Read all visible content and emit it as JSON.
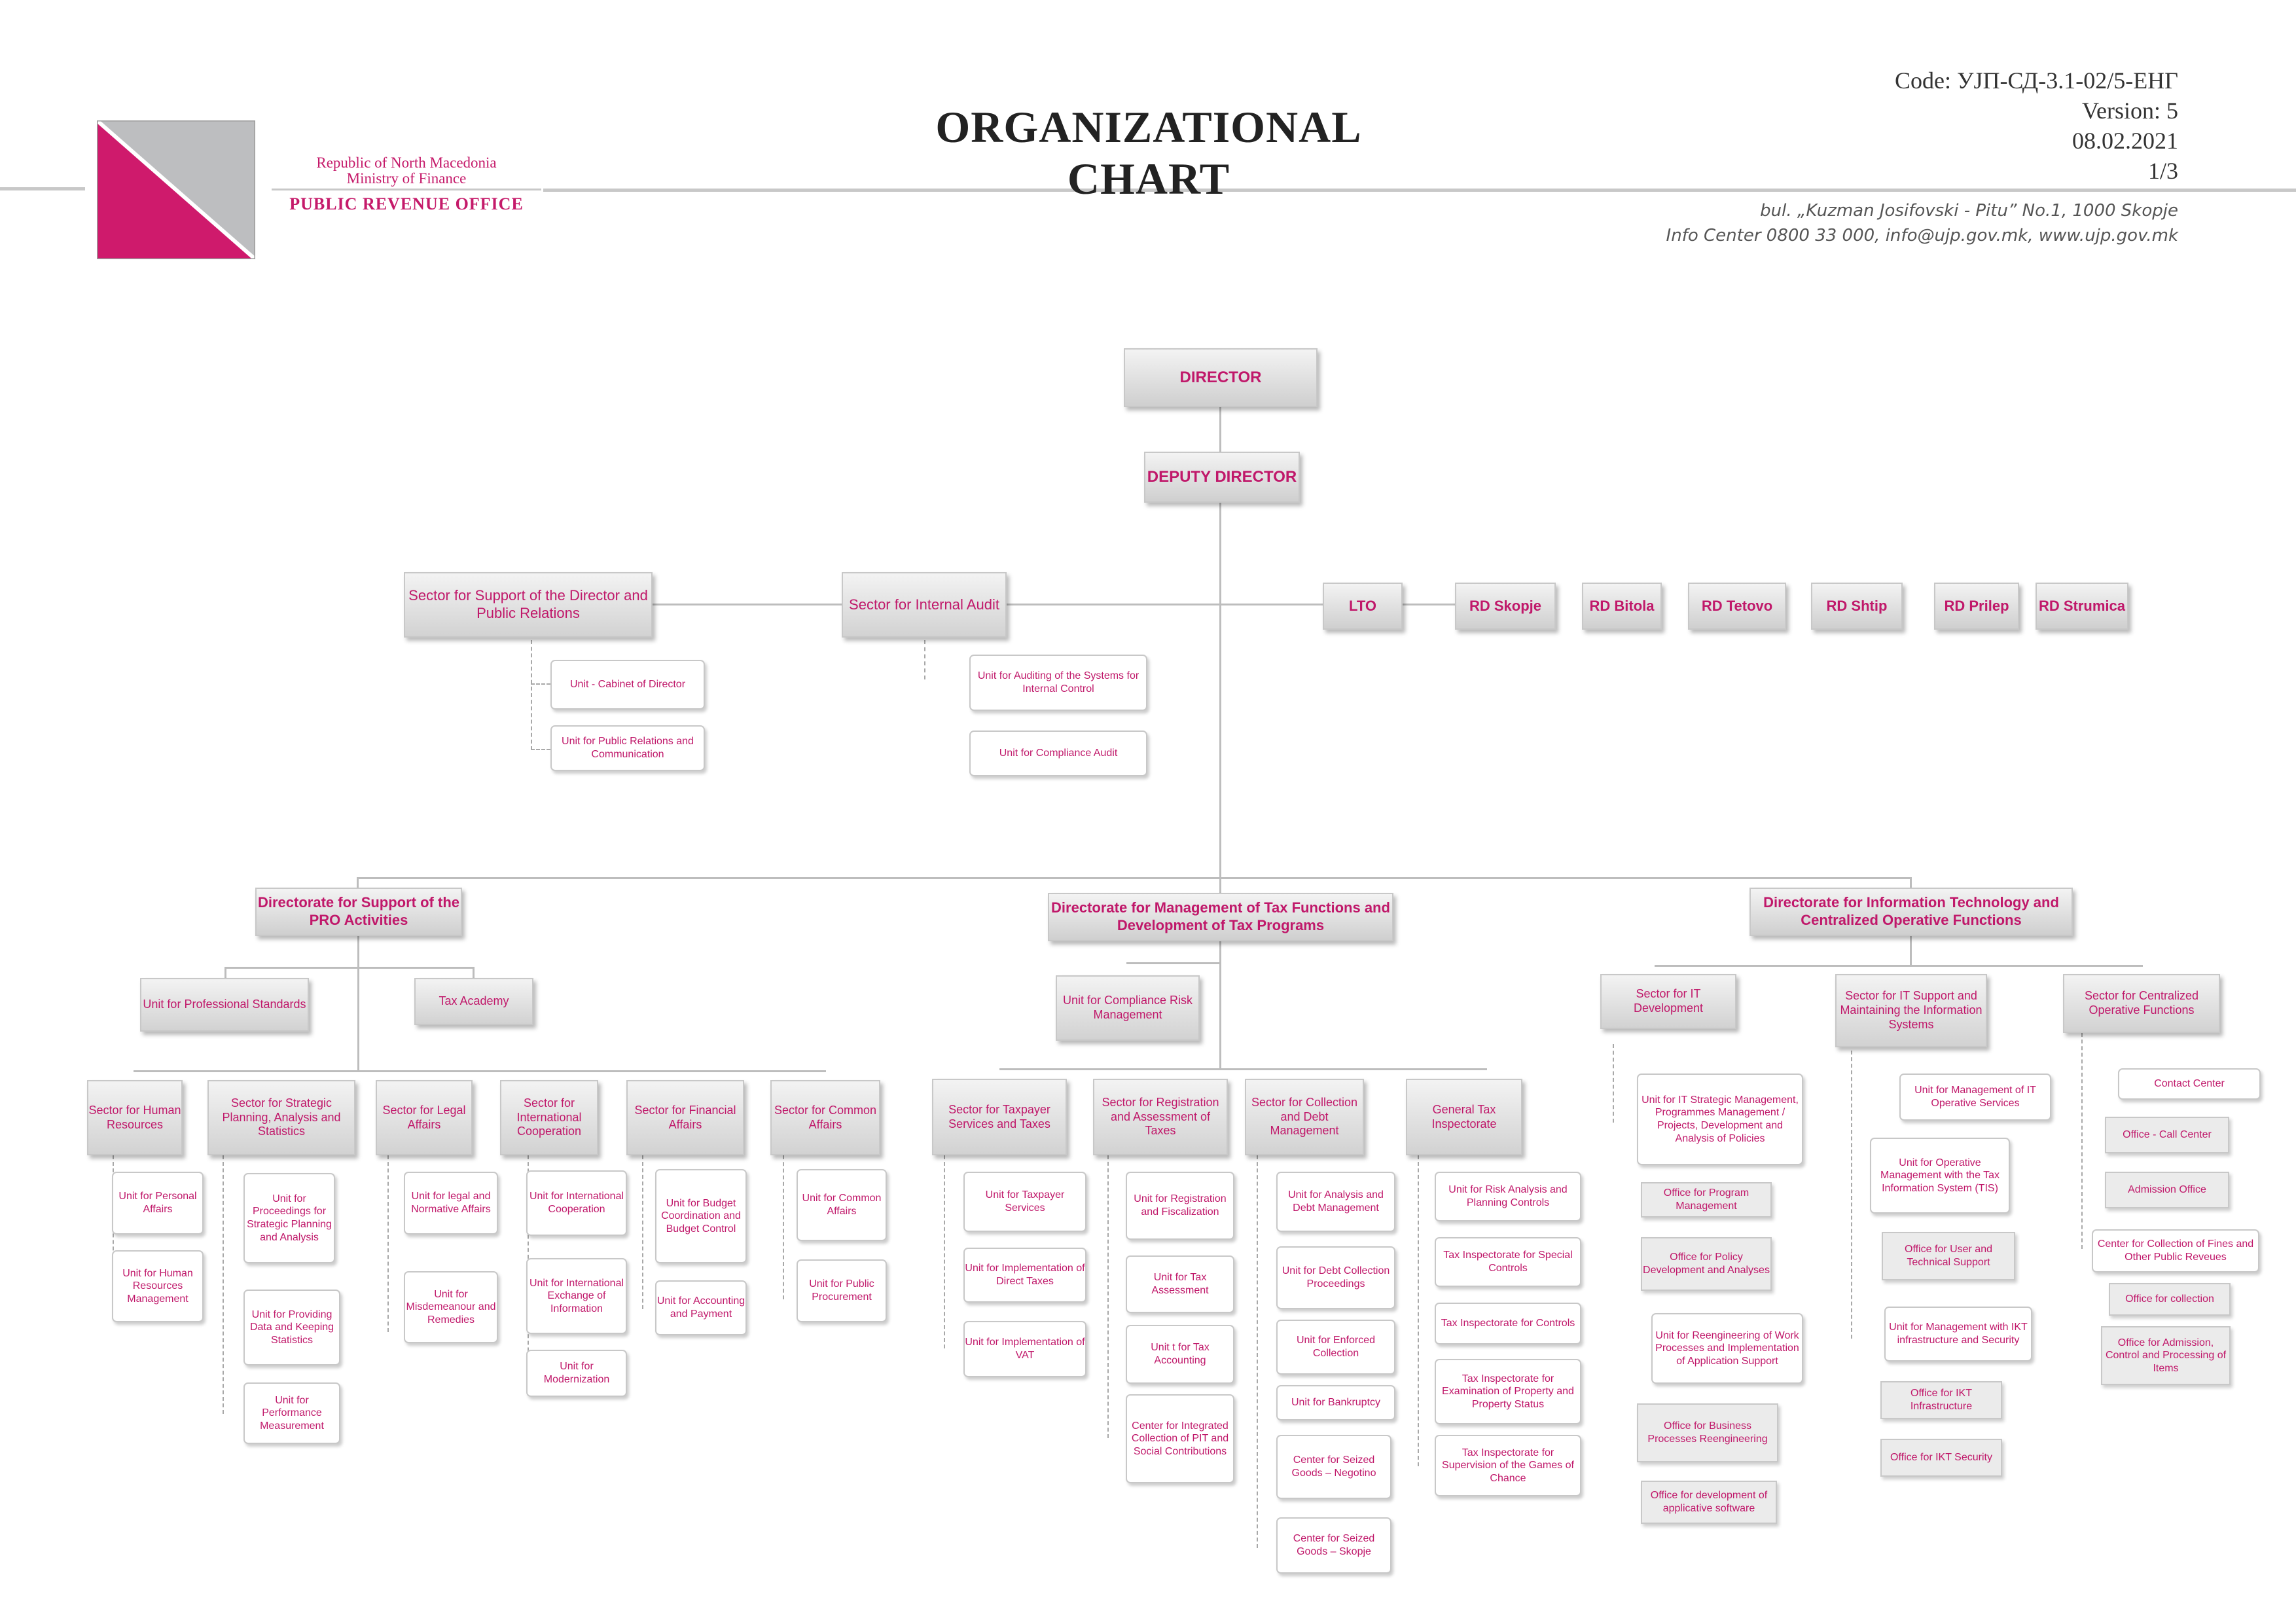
{
  "header": {
    "title": "ORGANIZATIONAL CHART",
    "code": "Code: УЈП-СД-3.1-02/5-ЕНГ",
    "version": "Version: 5",
    "date": "08.02.2021",
    "page": "1/3",
    "republic": "Republic of North Macedonia",
    "ministry": "Ministry of Finance",
    "office": "PUBLIC REVENUE OFFICE",
    "address": "bul. „Kuzman Josifovski - Pitu” No.1, 1000 Skopje",
    "info": "Info Center 0800 33 000, info@ujp.gov.mk, www.ujp.gov.mk"
  },
  "colors": {
    "accent": "#c0186a",
    "logo_magenta": "#cf1a6c",
    "logo_gray": "#bdbec0",
    "line": "#bdbdbd",
    "box_fill": "#d6d6d6"
  },
  "top": {
    "director": "DIRECTOR",
    "deputy": "DEPUTY DIRECTOR"
  },
  "staff": {
    "sector_support": "Sector for Support of the Director and Public Relations",
    "support_units": [
      "Unit - Cabinet of Director",
      "Unit for Public Relations and Communication"
    ],
    "sector_audit": "Sector for Internal Audit",
    "audit_units": [
      "Unit for Auditing of the Systems for Internal Control",
      "Unit for Compliance Audit"
    ]
  },
  "regional": [
    "LTO",
    "RD Skopje",
    "RD Bitola",
    "RD Tetovo",
    "RD Shtip",
    "RD Prilep",
    "RD Strumica"
  ],
  "dir1": {
    "name": "Directorate for Support of the PRO Activities",
    "upper": [
      "Unit for Professional Standards",
      "Tax Academy"
    ],
    "sectors": [
      {
        "name": "Sector for Human Resources",
        "units": [
          "Unit for Personal Affairs",
          "Unit for Human Resources Management"
        ]
      },
      {
        "name": "Sector for Strategic Planning, Analysis and Statistics",
        "units": [
          "Unit for Proceedings for Strategic Planning and Analysis",
          "Unit for Providing Data and Keeping Statistics",
          "Unit for Performance Measurement"
        ]
      },
      {
        "name": "Sector for  Legal Affairs",
        "units": [
          "Unit for legal and Normative Affairs",
          "Unit for Misdemeanour and Remedies"
        ]
      },
      {
        "name": "Sector for International Cooperation",
        "units": [
          "Unit for International Cooperation",
          "Unit for International Exchange of Information",
          "Unit for Modernization"
        ]
      },
      {
        "name": "Sector for Financial Affairs",
        "units": [
          "Unit for Budget Coordination and Budget Control",
          "Unit for Accounting and Payment"
        ]
      },
      {
        "name": "Sector for Common Affairs",
        "units": [
          "Unit for Common Affairs",
          "Unit for Public Procurement"
        ]
      }
    ]
  },
  "dir2": {
    "name": "Directorate for Management of Tax Functions and Development of Tax Programs",
    "upper": [
      "Unit for Compliance Risk Management"
    ],
    "sectors": [
      {
        "name": "Sector for Taxpayer Services and Taxes",
        "units": [
          "Unit for Taxpayer Services",
          "Unit for Implementation of Direct Taxes",
          "Unit for Implementation of VAT"
        ]
      },
      {
        "name": "Sector for Registration and Assessment of Taxes",
        "units": [
          "Unit for Registration and Fiscalization",
          "Unit for Tax Assessment",
          "Unit t for Tax Accounting",
          "Center for Integrated Collection of PIT and Social Contributions"
        ]
      },
      {
        "name": "Sector for Collection and Debt Management",
        "units": [
          "Unit for Analysis and Debt Management",
          "Unit for Debt Collection Proceedings",
          "Unit for Enforced Collection",
          "Unit for Bankruptcy",
          "Center for Seized Goods – Negotino",
          "Center for Seized Goods – Skopje"
        ]
      },
      {
        "name": "General Tax Inspectorate",
        "units": [
          "Unit for Risk Analysis and Planning Controls",
          "Tax  Inspectorate for Special Controls",
          "Tax Inspectorate for Controls",
          "Tax Inspectorate for Examination of Property and Property Status",
          "Tax Inspectorate for Supervision of the Games of Chance"
        ]
      }
    ]
  },
  "dir3": {
    "name": "Directorate for Information Technology and Centralized Operative Functions",
    "sectors": [
      {
        "name": "Sector for IT Development",
        "units": [
          "Unit  for IT Strategic Management, Programmes Management / Projects, Development and Analysis of Policies",
          "Office for Program Management",
          "Office for Policy Development and Analyses",
          "Unit for Reengineering of Work Processes and Implementation of Application Support",
          "Office for Business Processes Reengineering",
          "Office for development of applicative software"
        ]
      },
      {
        "name": "Sector for IT Support and Maintaining the Information Systems",
        "units": [
          "Unit for Management of IT Operative Services",
          "Unit for Operative Management with the Tax Information System (TIS)",
          "Office for User and Technical Support",
          "Unit  for Management with IKT infrastructure and Security",
          "Office for IKT Infrastructure",
          "Office for IKT Security"
        ]
      },
      {
        "name": "Sector for Centralized Operative Functions",
        "units": [
          "Contact Center",
          "Office - Call Center",
          "Admission Office",
          "Center for Collection of Fines and Other Public Reveues",
          "Office for collection",
          "Office for Admission, Control and Processing of Items"
        ]
      }
    ]
  }
}
